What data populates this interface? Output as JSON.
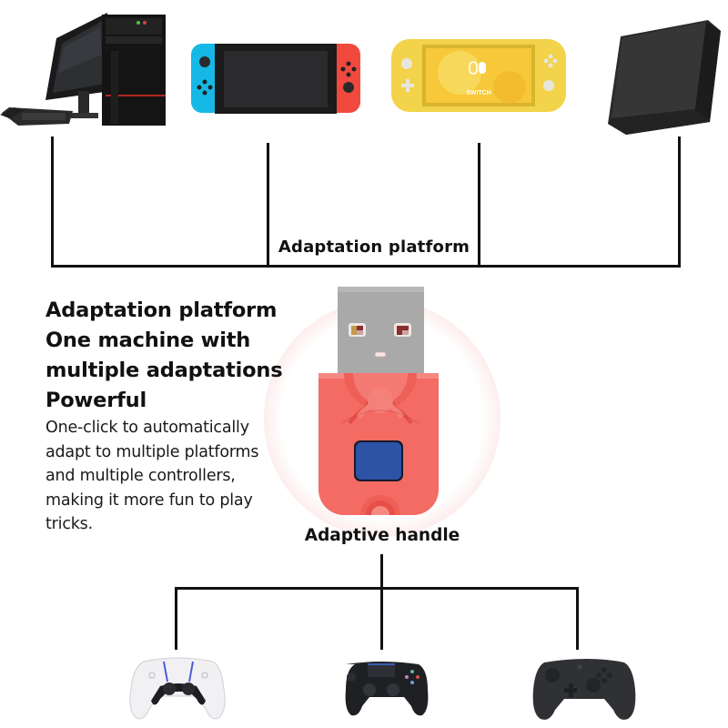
{
  "platform_label": "Adaptation platform",
  "headline": {
    "lines": [
      "Adaptation platform",
      "One machine with",
      "multiple adaptations",
      "Powerful"
    ]
  },
  "description": {
    "lines": [
      "One-click to automatically",
      "adapt to multiple platforms",
      "and multiple controllers,",
      "making it more fun to play",
      "tricks."
    ]
  },
  "adapter_label": "Adaptive handle",
  "platforms": [
    {
      "name": "Desktop PC",
      "icon": "desktop-pc-icon"
    },
    {
      "name": "Nintendo Switch",
      "icon": "nintendo-switch-icon"
    },
    {
      "name": "Nintendo Switch Lite",
      "icon": "switch-lite-icon",
      "screen_text": "SWITCH"
    },
    {
      "name": "TV box",
      "icon": "tv-box-icon"
    }
  ],
  "controllers": [
    {
      "name": "PS5 DualSense",
      "icon": "ps5-controller-icon"
    },
    {
      "name": "PS4 DualShock",
      "icon": "ps4-controller-icon"
    },
    {
      "name": "Switch Pro Controller",
      "icon": "switch-pro-controller-icon"
    }
  ],
  "colors": {
    "adapter_body": "#f26a63",
    "adapter_button": "#2b4ea0",
    "switch_blue": "#16b8e6",
    "switch_red": "#f2493f",
    "switch_lite_yellow": "#f2d34a",
    "ring": "#fbe0e0",
    "lines": "#111111"
  }
}
